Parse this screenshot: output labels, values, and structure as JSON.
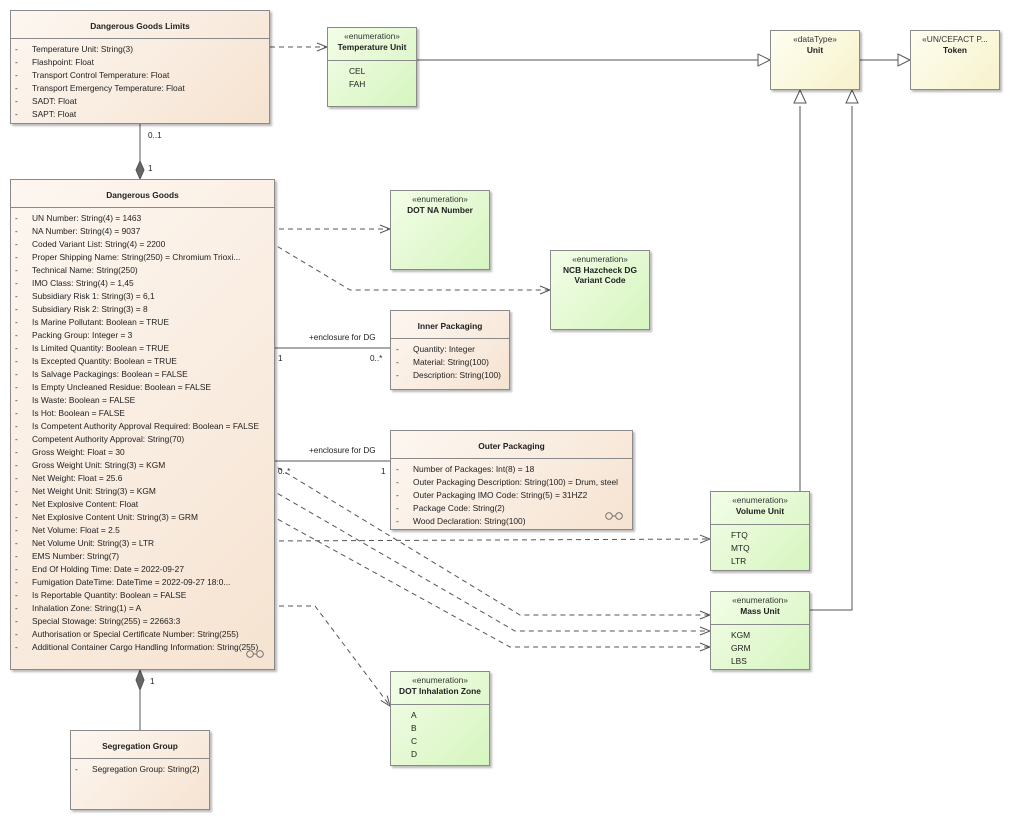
{
  "dangerous_goods_limits": {
    "title": "Dangerous Goods Limits",
    "attributes": [
      {
        "vis": "-",
        "text": "Temperature Unit: String(3)"
      },
      {
        "vis": "-",
        "text": "Flashpoint: Float"
      },
      {
        "vis": "-",
        "text": "Transport Control Temperature: Float"
      },
      {
        "vis": "-",
        "text": "Transport Emergency Temperature: Float"
      },
      {
        "vis": "-",
        "text": "SADT: Float"
      },
      {
        "vis": "-",
        "text": "SAPT: Float"
      }
    ]
  },
  "temperature_unit": {
    "stereotype": "«enumeration»",
    "title": "Temperature Unit",
    "literals": [
      "CEL",
      "FAH"
    ]
  },
  "unit": {
    "stereotype": "«dataType»",
    "title": "Unit"
  },
  "token": {
    "stereotype": "«UN/CEFACT P...",
    "title": "Token"
  },
  "dangerous_goods": {
    "title": "Dangerous Goods",
    "attributes": [
      {
        "vis": "-",
        "text": "UN Number: String(4) = 1463"
      },
      {
        "vis": "-",
        "text": "NA Number: String(4) = 9037"
      },
      {
        "vis": "-",
        "text": "Coded Variant List: String(4) = 2200"
      },
      {
        "vis": "-",
        "text": "Proper Shipping Name: String(250) = Chromium Trioxi..."
      },
      {
        "vis": "-",
        "text": "Technical Name: String(250)"
      },
      {
        "vis": "-",
        "text": "IMO Class: String(4) = 1,45"
      },
      {
        "vis": "-",
        "text": "Subsidiary Risk 1: String(3) = 6,1"
      },
      {
        "vis": "-",
        "text": "Subsidiary Risk 2: String(3) = 8"
      },
      {
        "vis": "-",
        "text": "Is Marine Pollutant: Boolean = TRUE"
      },
      {
        "vis": "-",
        "text": "Packing Group: Integer = 3"
      },
      {
        "vis": "-",
        "text": "Is Limited Quantity: Boolean = TRUE"
      },
      {
        "vis": "-",
        "text": "Is Excepted Quantity: Boolean = TRUE"
      },
      {
        "vis": "-",
        "text": "Is Salvage Packagings: Boolean = FALSE"
      },
      {
        "vis": "-",
        "text": "Is Empty Uncleaned Residue: Boolean = FALSE"
      },
      {
        "vis": "-",
        "text": "Is Waste: Boolean = FALSE"
      },
      {
        "vis": "-",
        "text": "Is Hot: Boolean = FALSE"
      },
      {
        "vis": "-",
        "text": "Is Competent Authority Approval Required: Boolean = FALSE"
      },
      {
        "vis": "-",
        "text": "Competent Authority Approval: String(70)"
      },
      {
        "vis": "-",
        "text": "Gross Weight: Float = 30"
      },
      {
        "vis": "-",
        "text": "Gross Weight Unit: String(3) = KGM"
      },
      {
        "vis": "-",
        "text": "Net Weight: Float = 25.6"
      },
      {
        "vis": "-",
        "text": "Net Weight Unit: String(3) = KGM"
      },
      {
        "vis": "-",
        "text": "Net Explosive Content: Float"
      },
      {
        "vis": "-",
        "text": "Net Explosive Content Unit: String(3) = GRM"
      },
      {
        "vis": "-",
        "text": "Net Volume: Float = 2.5"
      },
      {
        "vis": "-",
        "text": "Net Volume Unit: String(3) = LTR"
      },
      {
        "vis": "-",
        "text": "EMS Number: String(7)"
      },
      {
        "vis": "-",
        "text": "End Of Holding Time: Date = 2022-09-27"
      },
      {
        "vis": "-",
        "text": "Fumigation DateTime: DateTime = 2022-09-27 18:0..."
      },
      {
        "vis": "-",
        "text": "Is Reportable Quantity: Boolean = FALSE"
      },
      {
        "vis": "-",
        "text": "Inhalation Zone: String(1) = A"
      },
      {
        "vis": "-",
        "text": "Special Stowage: String(255) = 22663:3"
      },
      {
        "vis": "-",
        "text": "Authorisation or Special Certificate Number: String(255)"
      },
      {
        "vis": "-",
        "text": "Additional Container Cargo Handling Information: String(255)"
      }
    ]
  },
  "dot_na_number": {
    "stereotype": "«enumeration»",
    "title": "DOT NA Number"
  },
  "ncb_variant": {
    "stereotype": "«enumeration»",
    "title": "NCB Hazcheck DG",
    "title2": "Variant Code"
  },
  "inner_packaging": {
    "title": "Inner Packaging",
    "attributes": [
      {
        "vis": "-",
        "text": "Quantity: Integer"
      },
      {
        "vis": "-",
        "text": "Material: String(100)"
      },
      {
        "vis": "-",
        "text": "Description: String(100)"
      }
    ]
  },
  "outer_packaging": {
    "title": "Outer Packaging",
    "attributes": [
      {
        "vis": "-",
        "text": "Number of Packages: Int(8) = 18"
      },
      {
        "vis": "-",
        "text": "Outer Packaging Description: String(100) = Drum, steel"
      },
      {
        "vis": "-",
        "text": "Outer Packaging IMO Code: String(5) = 31HZ2"
      },
      {
        "vis": "-",
        "text": "Package Code: String(2)"
      },
      {
        "vis": "-",
        "text": "Wood Declaration: String(100)"
      }
    ]
  },
  "volume_unit": {
    "stereotype": "«enumeration»",
    "title": "Volume Unit",
    "literals": [
      "FTQ",
      "MTQ",
      "LTR"
    ]
  },
  "mass_unit": {
    "stereotype": "«enumeration»",
    "title": "Mass Unit",
    "literals": [
      "KGM",
      "GRM",
      "LBS"
    ]
  },
  "dot_inhalation_zone": {
    "stereotype": "«enumeration»",
    "title": "DOT Inhalation Zone",
    "literals": [
      "A",
      "B",
      "C",
      "D"
    ]
  },
  "segregation_group": {
    "title": "Segregation Group",
    "attributes": [
      {
        "vis": "-",
        "text": "Segregation Group: String(2)"
      }
    ]
  },
  "labels": {
    "limits_multiplicity": "0..1",
    "limits_dg_multiplicity": "1",
    "dg_segregation_multiplicity": "1",
    "inner_role": "+enclosure for DG",
    "inner_dg_mult": "1",
    "inner_mult": "0..*",
    "outer_role": "+enclosure for DG",
    "outer_dg_mult": "0..*",
    "outer_mult": "1"
  },
  "colors": {
    "class_fill": "#f6e3d1",
    "enumeration_fill": "#d6f5bf",
    "datatype_fill": "#f7f2cb",
    "border": "#8a8a8a",
    "connector": "#555555"
  }
}
